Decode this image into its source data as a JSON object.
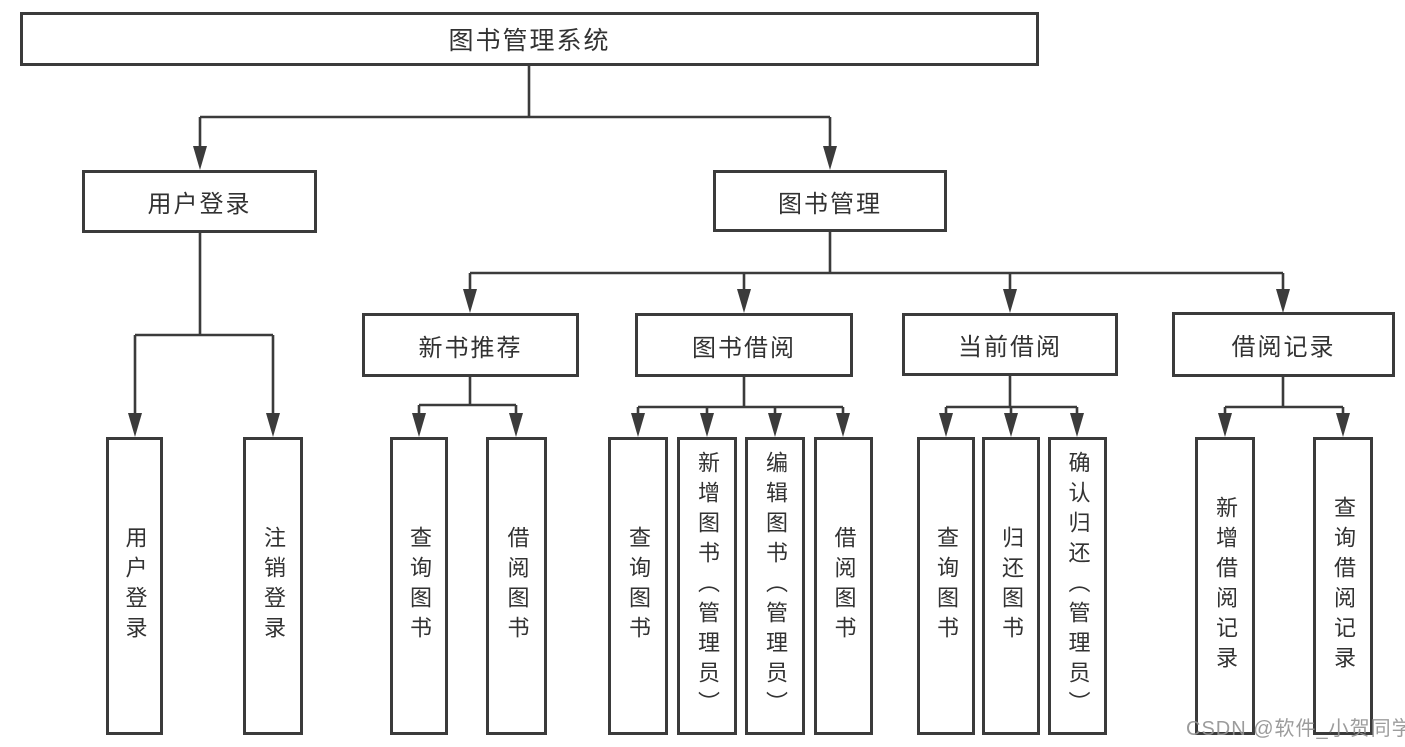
{
  "diagram": {
    "title": "图书管理系统",
    "watermark": "CSDN @软件_小贺同学",
    "colors": {
      "line": "#3b3b3b",
      "box_border": "#3b3b3b",
      "box_background": "#ffffff",
      "text": "#323232",
      "watermark": "#949494"
    },
    "root": {
      "label": "图书管理系统"
    },
    "branches": [
      {
        "label": "用户登录",
        "children": [
          {
            "label": "用户登录"
          },
          {
            "label": "注销登录"
          }
        ]
      },
      {
        "label": "图书管理",
        "children": [
          {
            "label": "新书推荐",
            "children": [
              {
                "label": "查询图书"
              },
              {
                "label": "借阅图书"
              }
            ]
          },
          {
            "label": "图书借阅",
            "children": [
              {
                "label": "查询图书"
              },
              {
                "label": "新增图书（管理员）"
              },
              {
                "label": "编辑图书（管理员）"
              },
              {
                "label": "借阅图书"
              }
            ]
          },
          {
            "label": "当前借阅",
            "children": [
              {
                "label": "查询图书"
              },
              {
                "label": "归还图书"
              },
              {
                "label": "确认归还（管理员）"
              }
            ]
          },
          {
            "label": "借阅记录",
            "children": [
              {
                "label": "新增借阅记录"
              },
              {
                "label": "查询借阅记录"
              }
            ]
          }
        ]
      }
    ]
  }
}
